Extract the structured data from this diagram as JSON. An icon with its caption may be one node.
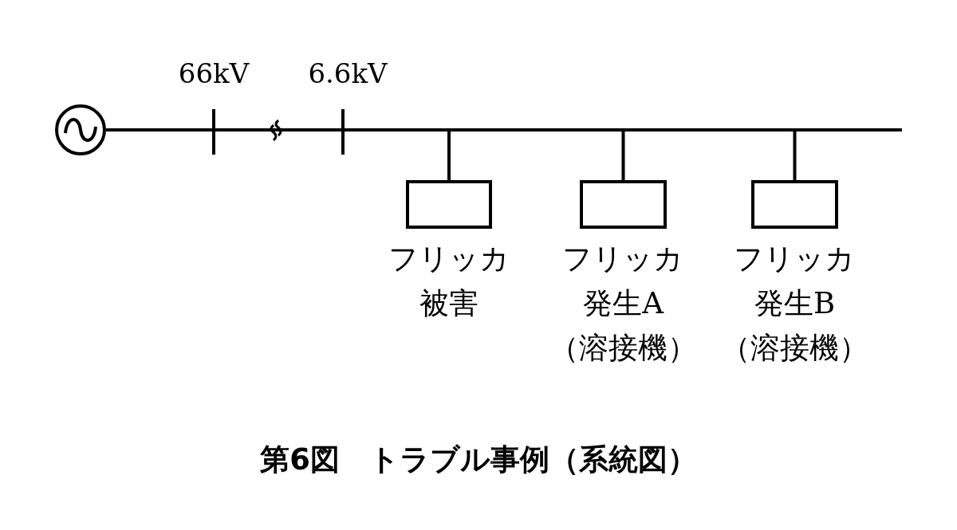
{
  "diagram": {
    "caption": "第6図　トラブル事例（系統図）",
    "nodes": [
      {
        "text": [],
        "shape": "circle"
      },
      {
        "text": [],
        "shape": "bar",
        "beside": [
          "66kV"
        ]
      },
      {
        "text": [],
        "shape": "bar",
        "beside": [
          "6.6kV"
        ]
      },
      {
        "text": [
          "フリッカ被害"
        ]
      },
      {
        "text": [
          "フリッカ発生A",
          "（溶接機）"
        ]
      },
      {
        "text": [
          "フリッカ発生B",
          "（溶接機）"
        ]
      }
    ],
    "edges": [
      {
        "from": 0,
        "to": 1,
        "arrow": "none"
      },
      {
        "from": 1,
        "to": 2,
        "arrow": "none"
      },
      {
        "from": 2,
        "to": 3,
        "arrow": "none"
      },
      {
        "from": 2,
        "to": 4,
        "arrow": "none"
      },
      {
        "from": 2,
        "to": 5,
        "arrow": "none"
      }
    ]
  }
}
